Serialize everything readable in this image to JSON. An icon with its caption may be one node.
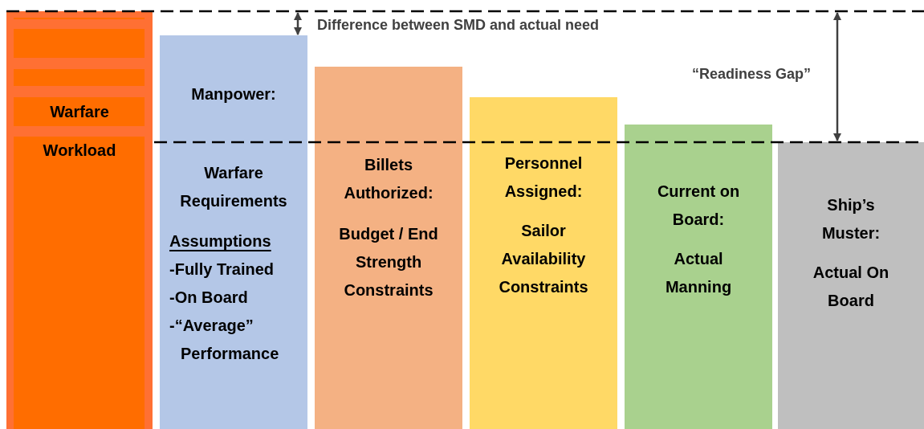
{
  "diagram": {
    "nodes": [
      {
        "text": [
          "Warfare",
          "Workload"
        ]
      },
      {
        "text": [
          "Manpower:",
          "Warfare Requirements",
          "Assumptions",
          "-Fully Trained",
          "-On Board",
          "-“Average” Performance"
        ]
      },
      {
        "text": [
          "Billets Authorized:",
          "Budget / End Strength Constraints"
        ]
      },
      {
        "text": [
          "Personnel Assigned:",
          "Sailor Availability Constraints"
        ]
      },
      {
        "text": [
          "Current on Board:",
          "Actual Manning"
        ]
      },
      {
        "text": [
          "Ship’s Muster:",
          "Actual On Board"
        ]
      }
    ],
    "labels": [
      "Difference between SMD and actual need",
      "“Readiness Gap”"
    ]
  }
}
